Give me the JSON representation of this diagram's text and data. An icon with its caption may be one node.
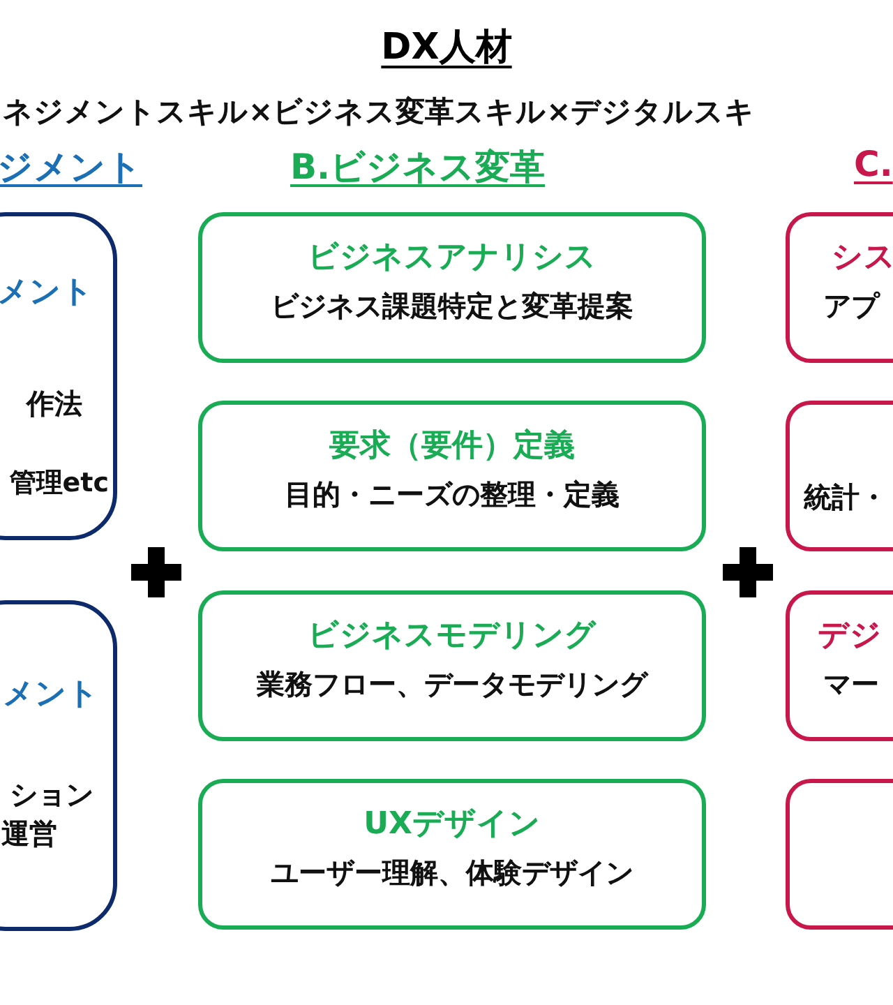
{
  "diagram": {
    "title": "DX人材",
    "nodes": [
      {
        "text": [
          "メント",
          "作法",
          "管理etc"
        ]
      },
      {
        "text": [
          "メント",
          "ション",
          "運営"
        ]
      },
      {
        "text": [
          "ビジネスアナリシス",
          "ビジネス課題特定と変革提案"
        ]
      },
      {
        "text": [
          "要求（要件）定義",
          "目的・ニーズの整理・定義"
        ]
      },
      {
        "text": [
          "ビジネスモデリング",
          "業務フロー、データモデリング"
        ]
      },
      {
        "text": [
          "UXデザイン",
          "ユーザー理解、体験デザイン"
        ]
      },
      {
        "text": [
          "シス",
          "アプ"
        ]
      },
      {
        "text": [
          "統計・"
        ]
      },
      {
        "text": [
          "デジ",
          "マー"
        ]
      },
      {
        "text": [],
        "shape": "box"
      }
    ],
    "labels": [
      "ネジメントスキル×ビジネス変革スキル×デジタルスキ",
      "ジメント",
      "B.ビジネス変革",
      "C."
    ]
  }
}
